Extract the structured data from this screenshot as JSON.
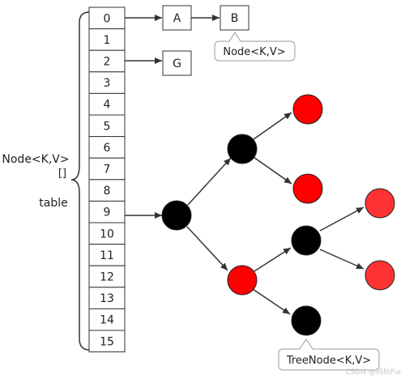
{
  "table": {
    "indices": [
      "0",
      "1",
      "2",
      "3",
      "4",
      "5",
      "6",
      "7",
      "8",
      "9",
      "10",
      "11",
      "12",
      "13",
      "14",
      "15"
    ],
    "label_line1": "Node<K,V>",
    "label_line2": "[]",
    "label_line3": "table"
  },
  "list_nodes": {
    "a": "A",
    "b": "B",
    "g": "G"
  },
  "callouts": {
    "node": "Node<K,V>",
    "treenode": "TreeNode<K,V>"
  },
  "watermark": "CSDN @阿秋Fur",
  "colors": {
    "red_node": "#ff0000",
    "black_node": "#000000",
    "line": "#333333",
    "callout_border": "#9a9a9a"
  }
}
